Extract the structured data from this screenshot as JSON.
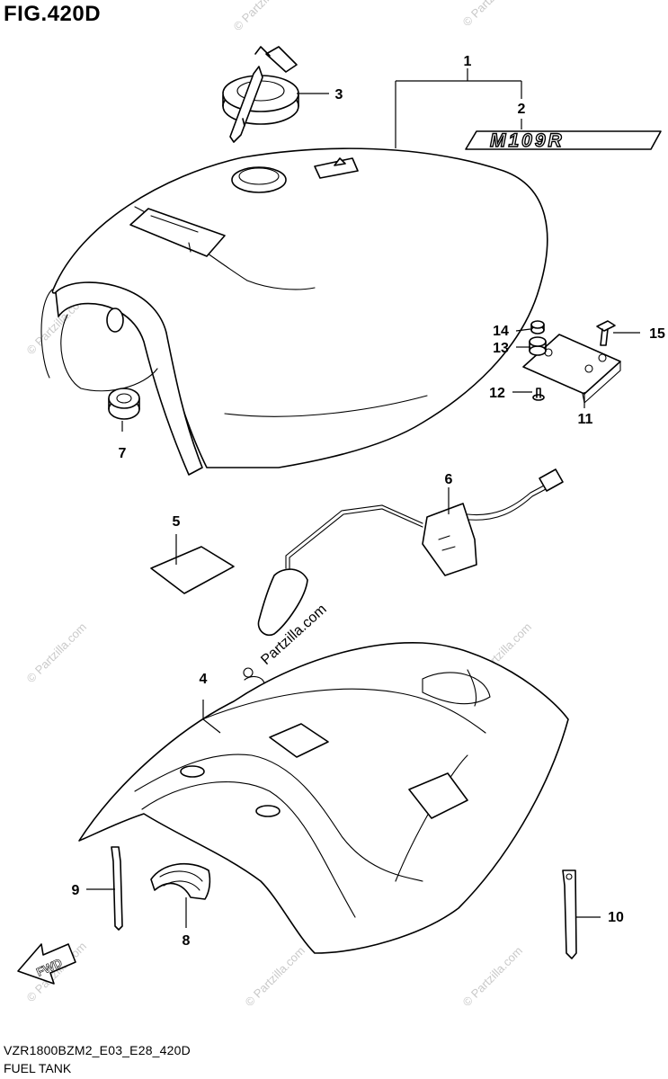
{
  "figure": {
    "title": "FIG.420D",
    "footer_code": "VZR1800BZM2_E03_E28_420D",
    "footer_name": "FUEL TANK"
  },
  "decal_text": "M109R",
  "fwd_label": "FWD",
  "watermark": "© Partzilla.com",
  "overlay_watermark": "Partzilla.com",
  "callouts": {
    "c1": "1",
    "c2": "2",
    "c3": "3",
    "c4": "4",
    "c5": "5",
    "c6": "6",
    "c7": "7",
    "c8": "8",
    "c9": "9",
    "c10": "10",
    "c11": "11",
    "c12": "12",
    "c13": "13",
    "c14": "14",
    "c15": "15"
  }
}
